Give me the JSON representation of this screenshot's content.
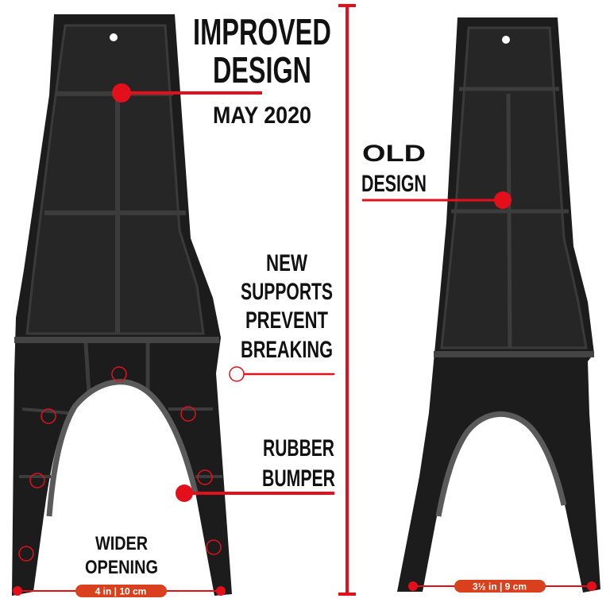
{
  "headline": {
    "line1": "IMPROVED",
    "line2": "DESIGN",
    "date": "MAY 2020"
  },
  "old_label": {
    "line1": "OLD",
    "line2": "DESIGN"
  },
  "supports_label": {
    "line1": "NEW",
    "line2": "SUPPORTS",
    "line3": "PREVENT",
    "line4": "BREAKING"
  },
  "bumper_label": {
    "line1": "RUBBER",
    "line2": "BUMPER"
  },
  "opening_label": {
    "line1": "WIDER",
    "line2": "OPENING"
  },
  "measurements": {
    "new_width": "4 in | 10 cm",
    "old_width": "3½ in | 9 cm"
  },
  "colors": {
    "accent_red": "#e3101b",
    "badge_orange": "#d9411e",
    "product_black": "#1c1c1c"
  }
}
